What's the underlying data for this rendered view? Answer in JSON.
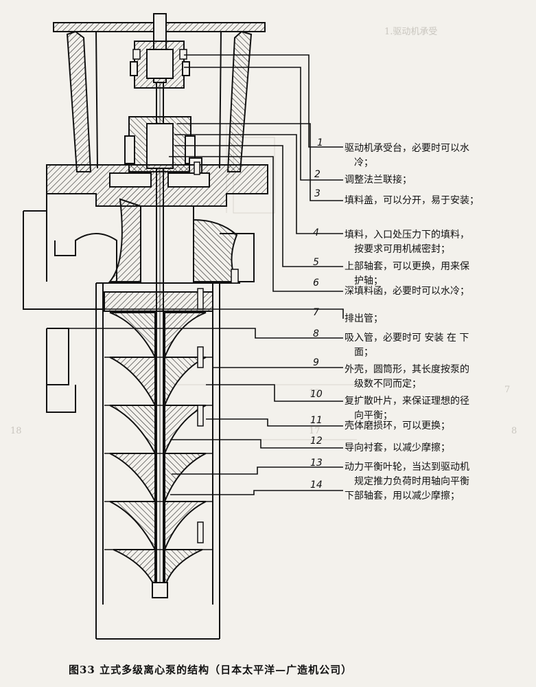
{
  "caption": "图33  立式多级离心泵的结构（日本太平洋—广造机公司）",
  "bleed": {
    "heading": "1.驱动机承受",
    "numbers": [
      "7",
      "8",
      "18",
      "13",
      "17"
    ]
  },
  "callouts": [
    {
      "num": "1",
      "line1": "驱动机承受台，必要时可以水",
      "line2": "冷；"
    },
    {
      "num": "2",
      "line1": "调整法兰联接；",
      "line2": ""
    },
    {
      "num": "3",
      "line1": "填料盖，可以分开，易于安装；",
      "line2": ""
    },
    {
      "num": "4",
      "line1": "填料，入口处压力下的填料，",
      "line2": "按要求可用机械密封；"
    },
    {
      "num": "5",
      "line1": "上部轴套，可以更换，用来保",
      "line2": "护轴；"
    },
    {
      "num": "6",
      "line1": "深填料函，必要时可以水冷；",
      "line2": ""
    },
    {
      "num": "7",
      "line1": "排出管；",
      "line2": ""
    },
    {
      "num": "8",
      "line1": "吸入管，必要时可 安装 在 下",
      "line2": "面；"
    },
    {
      "num": "9",
      "line1": "外壳，圆筒形，其长度按泵的",
      "line2": "级数不同而定；"
    },
    {
      "num": "10",
      "line1": "复扩散叶片，来保证理想的径",
      "line2": "向平衡；"
    },
    {
      "num": "11",
      "line1": "壳体磨损环，可以更换；",
      "line2": ""
    },
    {
      "num": "12",
      "line1": "导向衬套，以减少摩擦；",
      "line2": ""
    },
    {
      "num": "13",
      "line1": "动力平衡叶轮，当达到驱动机",
      "line2": "规定推力负荷时用轴向平衡"
    },
    {
      "num": "14",
      "line1": "下部轴套，用以减少摩擦；",
      "line2": ""
    }
  ]
}
